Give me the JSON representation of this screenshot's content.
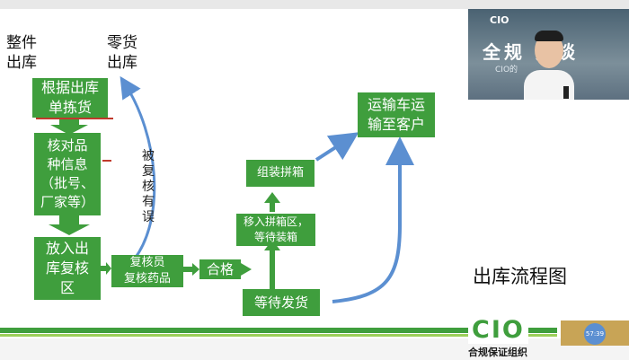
{
  "headers": {
    "whole": "整件\n出库",
    "piece": "零货\n出库"
  },
  "boxes": {
    "pick": "根据出库\n单拣货",
    "verify": "核对品\n种信息\n（批号、\n厂家等）",
    "recheck_area": "放入出\n库复核\n区",
    "reviewer": "复核员\n复核药品",
    "pass": "合格",
    "wait_ship": "等待发货",
    "move": "移入拼箱区，\n等待装箱",
    "assemble": "组装拼箱",
    "transport": "运输车运\n输至客户"
  },
  "error_label": "被复核有误",
  "title": "出库流程图",
  "video": {
    "banner_text": "全规 天谈",
    "subtitle": "CIO的",
    "logo": "CIO"
  },
  "footer": {
    "logo": "CIO",
    "org": "合规保证组织",
    "timer": "57:39"
  },
  "colors": {
    "green": "#3f9e3d",
    "blue_arrow": "#5b8fd1",
    "red_line": "#c0392b"
  }
}
